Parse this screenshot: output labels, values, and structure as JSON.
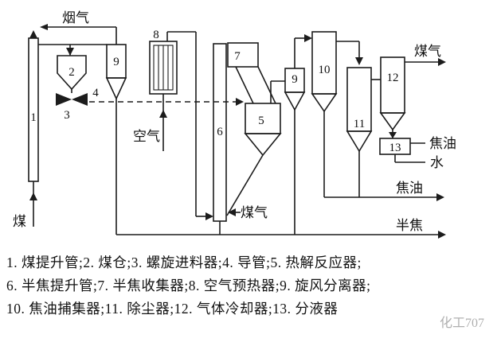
{
  "diagram": {
    "stream_labels": {
      "flue_gas": "烟气",
      "coal": "煤",
      "air": "空气",
      "recycle_gas": "煤气",
      "product_gas": "煤气",
      "tar_small": "焦油",
      "water": "水",
      "tar_main": "焦油",
      "semicoke": "半焦"
    },
    "equipment_numbers": {
      "coal_riser": "1",
      "coal_bunker": "2",
      "screw_feeder": "3",
      "conduit": "4",
      "pyrolysis_reactor": "5",
      "semicoke_riser": "6",
      "semicoke_collector": "7",
      "air_preheater": "8",
      "cyclone_left": "9",
      "cyclone_right": "9",
      "tar_collector": "10",
      "dust_remover": "11",
      "gas_cooler": "12",
      "liquid_separator": "13"
    }
  },
  "caption": {
    "line1": "1. 煤提升管;2. 煤仓;3. 螺旋进料器;4. 导管;5. 热解反应器;",
    "line2": "6. 半焦提升管;7. 半焦收集器;8. 空气预热器;9. 旋风分离器;",
    "line3": "10. 焦油捕集器;11. 除尘器;12. 气体冷却器;13. 分液器"
  },
  "watermark": "化工707"
}
